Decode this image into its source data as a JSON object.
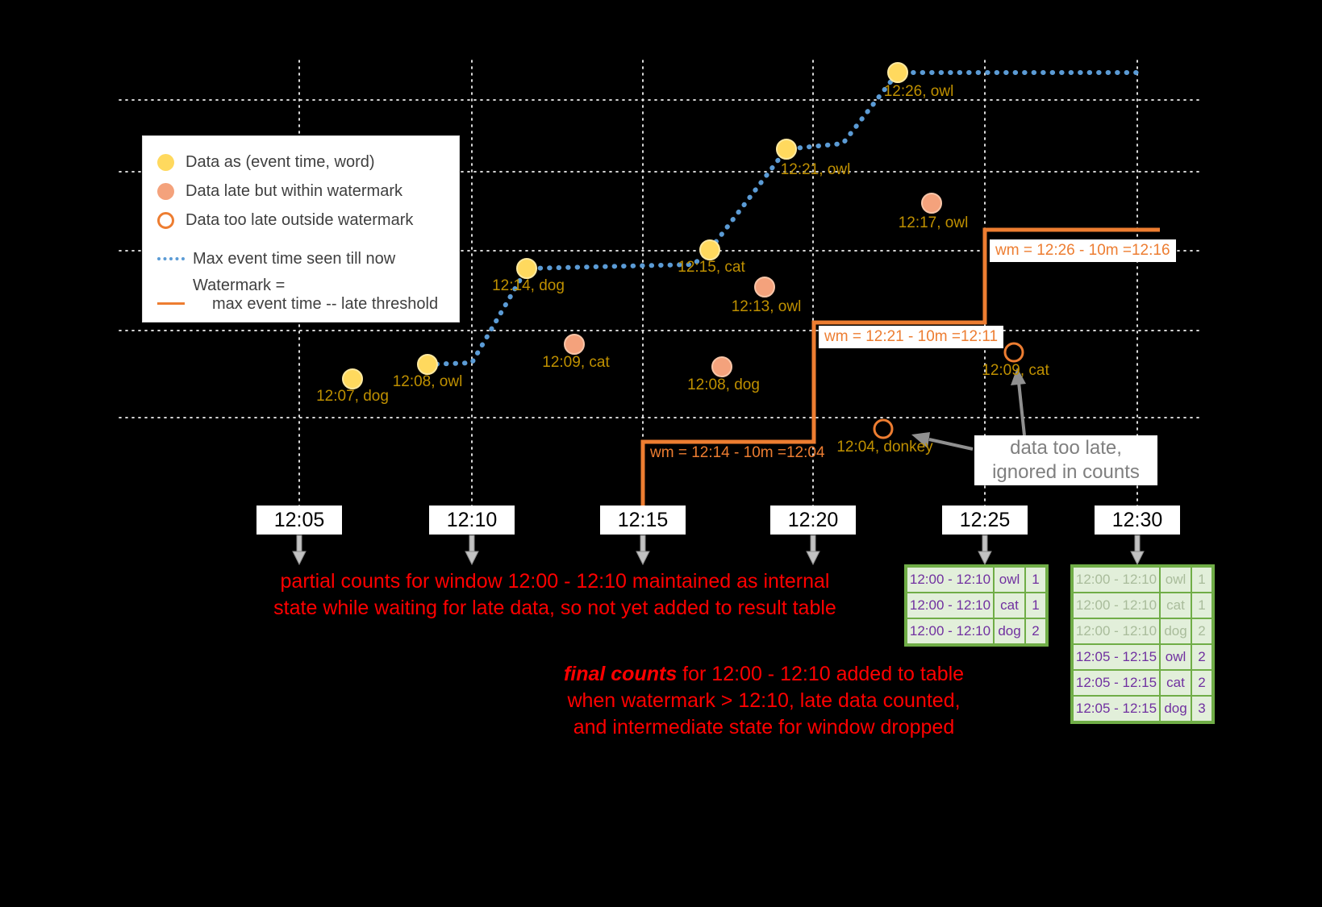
{
  "colors": {
    "on_time_point": "#FFD95E",
    "late_point": "#F4A27C",
    "too_late_stroke": "#ED7D31",
    "max_event_time_line": "#5B9BD5",
    "watermark_line": "#ED7D31",
    "point_label_gold": "#BF9000",
    "annotation_red": "#FF0000",
    "table_border_green": "#70AD47",
    "table_bg_green": "#E2EFDA",
    "table_text_purple": "#7030A0"
  },
  "legend": {
    "item1": "Data as (event time, word)",
    "item2": "Data late but within watermark",
    "item3": "Data too late outside watermark",
    "item4": "Max event time seen till now",
    "item5_line1": "Watermark =",
    "item5_line2": "max event time -- late threshold"
  },
  "points": {
    "on_time": [
      {
        "label": "12:07, dog"
      },
      {
        "label": "12:08, owl"
      },
      {
        "label": "12:14, dog"
      },
      {
        "label": "12:15, cat"
      },
      {
        "label": "12:21, owl"
      },
      {
        "label": "12:26, owl"
      }
    ],
    "late": [
      {
        "label": "12:09, cat"
      },
      {
        "label": "12:08, dog"
      },
      {
        "label": "12:13, owl"
      },
      {
        "label": "12:17, owl"
      }
    ],
    "too_late": [
      {
        "label": "12:04, donkey"
      },
      {
        "label": "12:09, cat"
      }
    ]
  },
  "watermark_labels": {
    "wm1": "wm = 12:14 - 10m =12:04",
    "wm2": "wm = 12:21 - 10m =12:11",
    "wm3": "wm = 12:26 - 10m =12:16"
  },
  "x_ticks": [
    "12:05",
    "12:10",
    "12:15",
    "12:20",
    "12:25",
    "12:30"
  ],
  "annotations": {
    "partial_line1": "partial counts for window 12:00 - 12:10 maintained as internal",
    "partial_line2": "state while waiting for late data, so not yet added  to result table",
    "final_em": "final counts",
    "final_line1_rest": " for 12:00 - 12:10 added to table",
    "final_line2": "when watermark > 12:10, late data counted,",
    "final_line3": "and intermediate state for window dropped",
    "too_late_line1": "data too late,",
    "too_late_line2": "ignored in counts"
  },
  "result_tables": {
    "table1": {
      "rows": [
        {
          "window": "12:00 - 12:10",
          "word": "owl",
          "count": "1"
        },
        {
          "window": "12:00 - 12:10",
          "word": "cat",
          "count": "1"
        },
        {
          "window": "12:00 - 12:10",
          "word": "dog",
          "count": "2"
        }
      ]
    },
    "table2": {
      "rows": [
        {
          "window": "12:00 - 12:10",
          "word": "owl",
          "count": "1"
        },
        {
          "window": "12:00 - 12:10",
          "word": "cat",
          "count": "1"
        },
        {
          "window": "12:00 - 12:10",
          "word": "dog",
          "count": "2"
        },
        {
          "window": "12:05 - 12:15",
          "word": "owl",
          "count": "2"
        },
        {
          "window": "12:05 - 12:15",
          "word": "cat",
          "count": "2"
        },
        {
          "window": "12:05 - 12:15",
          "word": "dog",
          "count": "3"
        }
      ]
    }
  }
}
